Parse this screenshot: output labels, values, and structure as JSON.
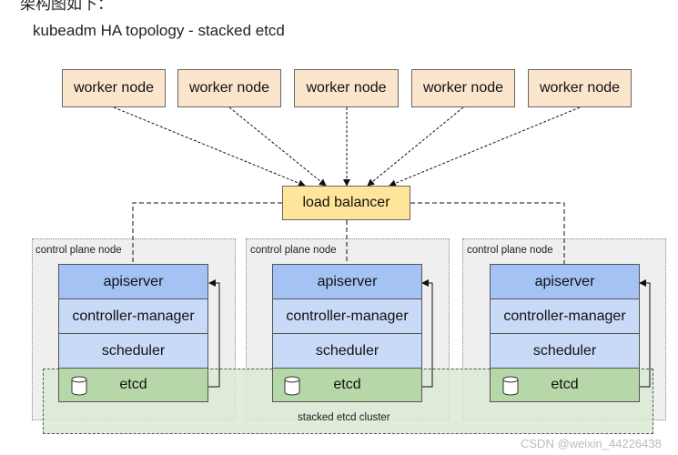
{
  "page": {
    "top_text": "架构图如下：",
    "title": "kubeadm HA topology - stacked etcd",
    "watermark": "CSDN @weixin_44226438"
  },
  "workers": [
    {
      "label": "worker node"
    },
    {
      "label": "worker node"
    },
    {
      "label": "worker node"
    },
    {
      "label": "worker node"
    },
    {
      "label": "worker node"
    }
  ],
  "load_balancer": {
    "label": "load balancer"
  },
  "control_plane_nodes": [
    {
      "label": "control plane node",
      "components": {
        "apiserver": "apiserver",
        "controller_manager": "controller-manager",
        "scheduler": "scheduler",
        "etcd": "etcd"
      }
    },
    {
      "label": "control plane node",
      "components": {
        "apiserver": "apiserver",
        "controller_manager": "controller-manager",
        "scheduler": "scheduler",
        "etcd": "etcd"
      }
    },
    {
      "label": "control plane node",
      "components": {
        "apiserver": "apiserver",
        "controller_manager": "controller-manager",
        "scheduler": "scheduler",
        "etcd": "etcd"
      }
    }
  ],
  "etcd_cluster": {
    "label": "stacked etcd cluster"
  },
  "icons": {
    "etcd_icon": "database-cylinder-icon"
  },
  "colors": {
    "worker_fill": "#fce5cd",
    "load_balancer_fill": "#ffe599",
    "apiserver_fill": "#a4c2f4",
    "controller_fill": "#c9daf8",
    "etcd_fill": "#b6d7a8",
    "etcd_cluster_fill": "#d9ead3",
    "control_plane_fill": "#efefef"
  }
}
